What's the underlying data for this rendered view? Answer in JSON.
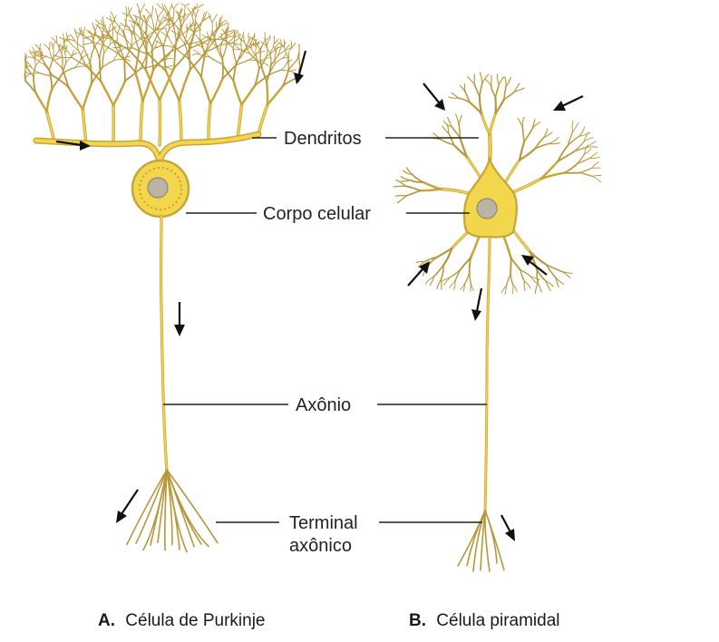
{
  "labels": {
    "dendrites": "Dendritos",
    "cell_body": "Corpo celular",
    "axon": "Axônio",
    "terminal_line1": "Terminal",
    "terminal_line2": "axônico"
  },
  "captions": {
    "a_letter": "A.",
    "a_text": "Célula de Purkinje",
    "b_letter": "B.",
    "b_text": "Célula piramidal"
  },
  "colors": {
    "neuron_fill": "#f2d64b",
    "neuron_stroke": "#c9a43a",
    "nucleus": "#b9b4a6",
    "arrow": "#111111",
    "text": "#222222"
  }
}
